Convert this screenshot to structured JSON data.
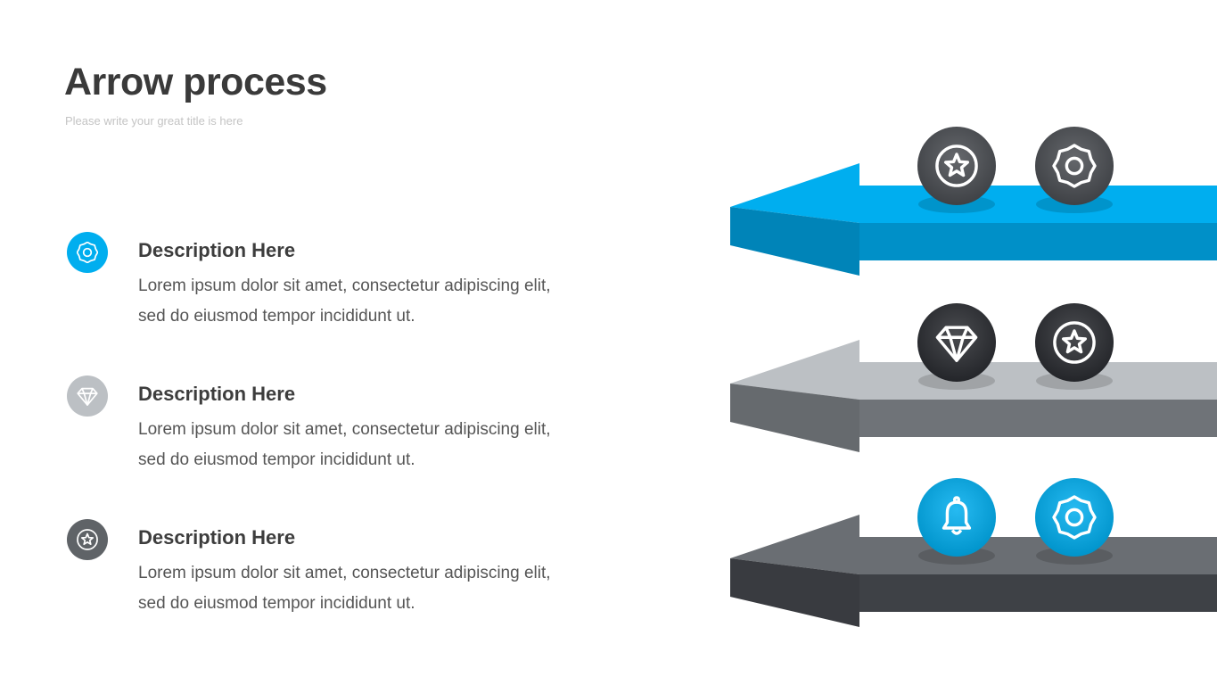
{
  "header": {
    "title": "Arrow process",
    "subtitle": "Please write your great title is here"
  },
  "items": [
    {
      "icon": "gear-icon",
      "color": "#00aeef",
      "title": "Description Here",
      "line1": "Lorem ipsum dolor sit amet, consectetur adipiscing elit,",
      "line2": "sed do eiusmod tempor incididunt ut."
    },
    {
      "icon": "diamond-icon",
      "color": "#bcc0c4",
      "title": "Description Here",
      "line1": "Lorem ipsum dolor sit amet, consectetur adipiscing elit,",
      "line2": "sed do eiusmod tempor incididunt ut."
    },
    {
      "icon": "star-badge-icon",
      "color": "#5f6367",
      "title": "Description Here",
      "line1": "Lorem ipsum dolor sit amet, consectetur adipiscing elit,",
      "line2": "sed do eiusmod tempor incididunt ut."
    }
  ],
  "arrows": [
    {
      "top": "#00aeef",
      "front": "#0090c8",
      "ball": "#4a4d52",
      "icons": [
        "star-badge-icon",
        "gear-icon"
      ]
    },
    {
      "top": "#bcc0c4",
      "front": "#6f7378",
      "ball": "#2a2c31",
      "icons": [
        "diamond-icon",
        "star-badge-icon"
      ]
    },
    {
      "top": "#6a6e73",
      "front": "#3e4146",
      "ball": "#00aeef",
      "icons": [
        "bell-icon",
        "gear-icon"
      ]
    }
  ]
}
